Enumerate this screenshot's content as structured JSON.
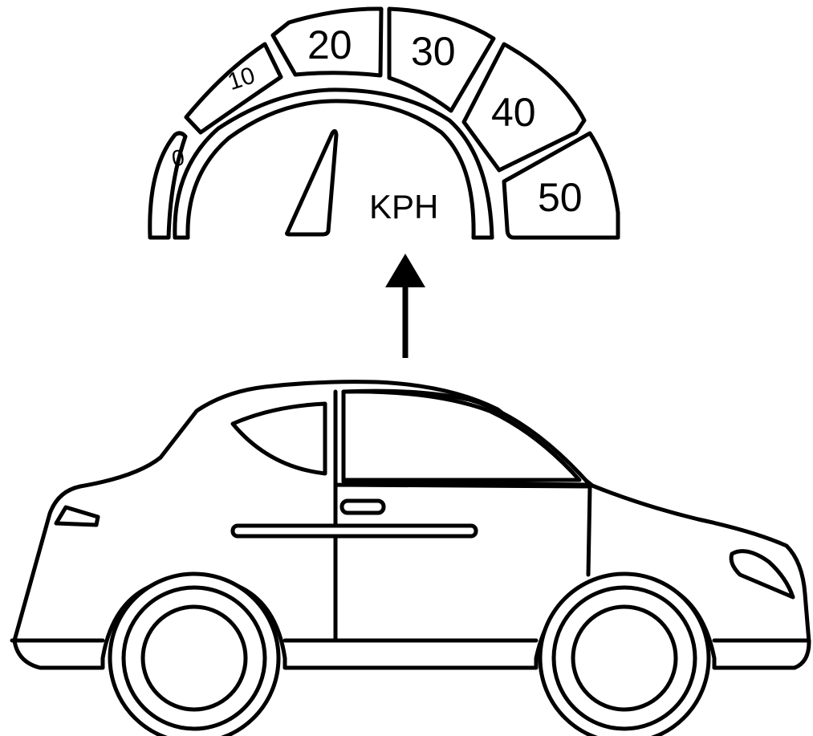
{
  "speedometer": {
    "unit_label": "KPH",
    "scale_labels": [
      "0",
      "10",
      "20",
      "30",
      "40",
      "50"
    ]
  },
  "arrow": {
    "direction": "up"
  },
  "car": {
    "type": "sedan",
    "view": "side"
  },
  "colors": {
    "line": "#000000",
    "background": "#ffffff"
  }
}
